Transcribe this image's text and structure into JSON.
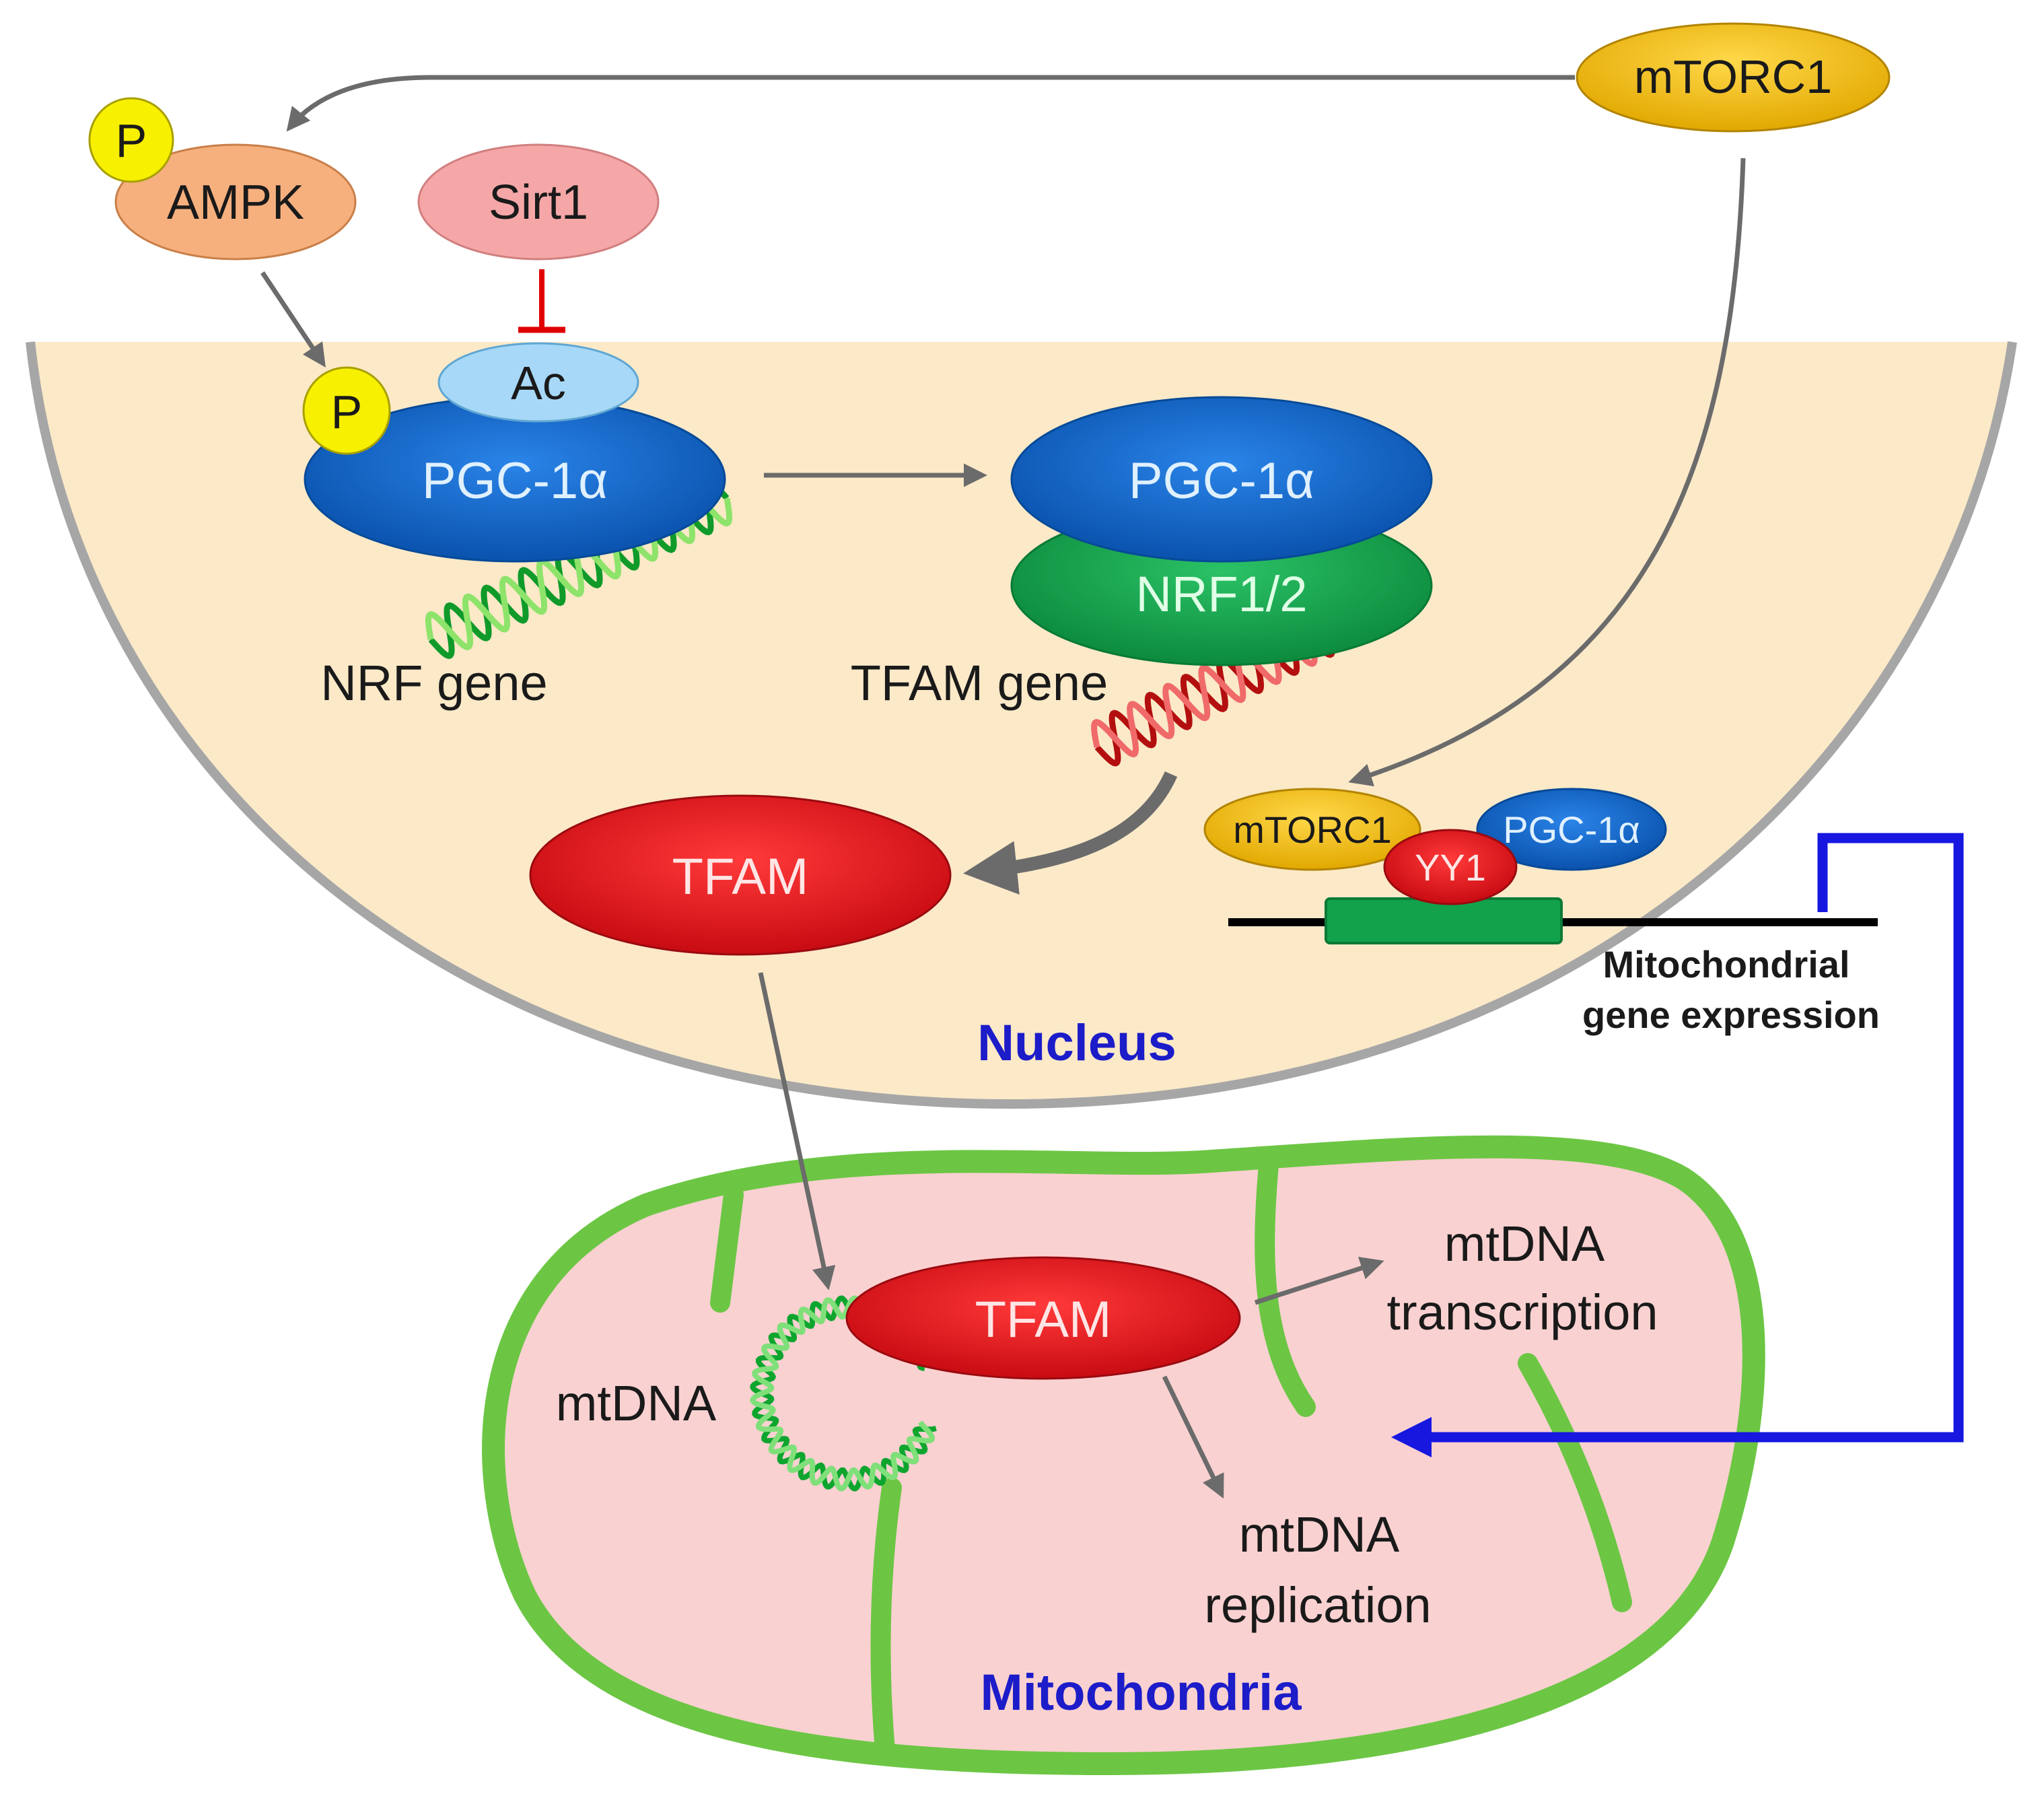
{
  "colors": {
    "nucleus_fill": "#fbe9c8",
    "nucleus_border": "#a6a6a6",
    "mito_fill": "#fad1d1",
    "mito_border": "#6cc644",
    "pgc_blue": "#0d63c8",
    "nrf_green": "#11a24b",
    "tfam_red": "#e8121b",
    "mtorc_yellow": "#f5c000",
    "ampk_peach": "#f6b07e",
    "sirt_pink": "#f5a7a7",
    "ac_lightblue": "#a7d8f7",
    "phospho_yellow": "#f7f000",
    "arrow_gray": "#6b6b6b",
    "inhibit_red": "#e00000",
    "feedback_blue": "#1717e0",
    "compartment_label_blue": "#1c1cc9"
  },
  "molecules": {
    "mtorc1_top": "mTORC1",
    "ampk": "AMPK",
    "ampk_phospho": "P",
    "sirt1": "Sirt1",
    "acetyl": "Ac",
    "pgc_phospho": "P",
    "pgc1a_left": "PGC-1α",
    "pgc1a_right": "PGC-1α",
    "nrf12": "NRF1/2",
    "tfam_nucleus": "TFAM",
    "mtorc1_complex": "mTORC1",
    "yy1": "YY1",
    "pgc1a_small": "PGC-1α",
    "tfam_mito": "TFAM"
  },
  "labels": {
    "nrf_gene": "NRF gene",
    "tfam_gene": "TFAM gene",
    "nucleus": "Nucleus",
    "mito_gene_expression_line1": "Mitochondrial",
    "mito_gene_expression_line2": "gene expression",
    "mtdna": "mtDNA",
    "mtdna_transcription_line1": "mtDNA",
    "mtdna_transcription_line2": "transcription",
    "mtdna_replication_line1": "mtDNA",
    "mtdna_replication_line2": "replication",
    "mitochondria": "Mitochondria"
  }
}
